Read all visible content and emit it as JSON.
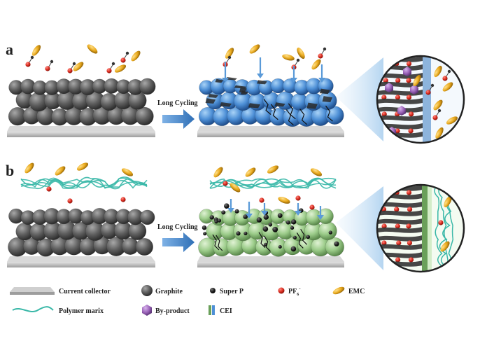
{
  "panels": {
    "a": "a",
    "b": "b"
  },
  "arrows": {
    "a_label": "Long Cycling",
    "b_label": "Long Cycling"
  },
  "legend": {
    "current_collector": "Current collector",
    "graphite": "Graphite",
    "super_p": "Super P",
    "pf6_base": "PF",
    "pf6_sub": "6",
    "pf6_sup": "-",
    "emc": "EMC",
    "polymer": "Polymer marix",
    "byproduct": "By-product",
    "cei": "CEI"
  },
  "colors": {
    "graphite": "#5a5a5a",
    "blue_sphere": "#4d8fd6",
    "green_sphere": "#9ccc8a",
    "pf6_red": "#d92b1f",
    "emc_gold": "#e8a81c",
    "polymer_teal": "#3ab8a8",
    "byproduct_purple": "#9a63b8",
    "cei_green": "#6aa05a",
    "arrow_blue": "#4a86c8",
    "collector": "#b9b9b9"
  }
}
